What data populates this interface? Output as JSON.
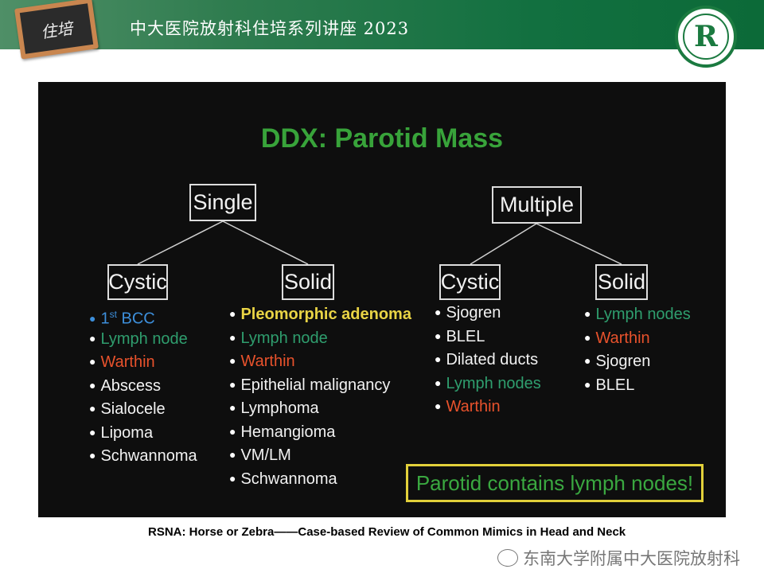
{
  "banner": {
    "board_text": "住培",
    "title": "中大医院放射科住培系列讲座 2023",
    "logo_letter": "R"
  },
  "slide": {
    "title": "DDX: Parotid Mass",
    "single": {
      "label": "Single",
      "cystic": {
        "label": "Cystic",
        "items": [
          {
            "text": "1",
            "sup": "st",
            "rest": " BCC",
            "color": "blue"
          },
          {
            "text": "Lymph node",
            "color": "teal"
          },
          {
            "text": "Warthin",
            "color": "red"
          },
          {
            "text": "Abscess",
            "color": "white"
          },
          {
            "text": "Sialocele",
            "color": "white"
          },
          {
            "text": "Lipoma",
            "color": "white"
          },
          {
            "text": "Schwannoma",
            "color": "white"
          }
        ]
      },
      "solid": {
        "label": "Solid",
        "items": [
          {
            "text": "Pleomorphic adenoma",
            "color": "yellow"
          },
          {
            "text": "Lymph node",
            "color": "teal"
          },
          {
            "text": "Warthin",
            "color": "red"
          },
          {
            "text": "Epithelial malignancy",
            "color": "white"
          },
          {
            "text": "Lymphoma",
            "color": "white"
          },
          {
            "text": "Hemangioma",
            "color": "white"
          },
          {
            "text": "VM/LM",
            "color": "white"
          },
          {
            "text": "Schwannoma",
            "color": "white"
          }
        ]
      }
    },
    "multiple": {
      "label": "Multiple",
      "cystic": {
        "label": "Cystic",
        "items": [
          {
            "text": "Sjogren",
            "color": "white"
          },
          {
            "text": "BLEL",
            "color": "white"
          },
          {
            "text": "Dilated ducts",
            "color": "white"
          },
          {
            "text": "Lymph nodes",
            "color": "teal"
          },
          {
            "text": "Warthin",
            "color": "red"
          }
        ]
      },
      "solid": {
        "label": "Solid",
        "items": [
          {
            "text": "Lymph nodes",
            "color": "teal"
          },
          {
            "text": "Warthin",
            "color": "red"
          },
          {
            "text": "Sjogren",
            "color": "white"
          },
          {
            "text": "BLEL",
            "color": "white"
          }
        ]
      }
    },
    "note": "Parotid contains lymph nodes!"
  },
  "footer": {
    "caption": "RSNA: Horse or Zebra——Case-based Review of Common Mimics in Head and Neck",
    "watermark": "东南大学附属中大医院放射科"
  }
}
